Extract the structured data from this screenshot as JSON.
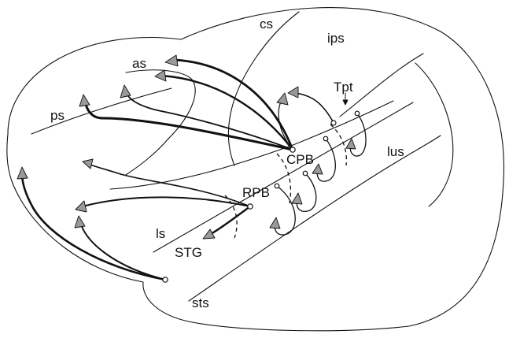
{
  "figure": {
    "labels": {
      "cs": "cs",
      "ips": "ips",
      "as": "as",
      "ps": "ps",
      "tpt": "Tpt",
      "lus": "lus",
      "cpb": "CPB",
      "rpb": "RPB",
      "ls": "ls",
      "stg": "STG",
      "sts": "sts"
    },
    "colors": {
      "ink": "#111111",
      "arrowhead": "#9a9a9a",
      "background": "#ffffff"
    }
  }
}
